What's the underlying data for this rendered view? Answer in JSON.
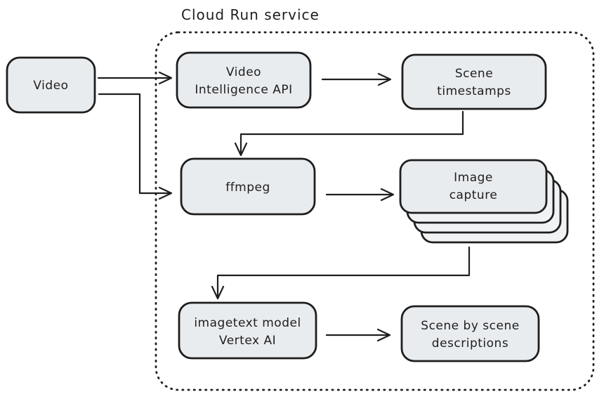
{
  "diagram": {
    "title": "Cloud Run service",
    "nodes": {
      "video": {
        "lines": [
          "Video"
        ]
      },
      "video_intelligence_api": {
        "lines": [
          "Video",
          "Intelligence API"
        ]
      },
      "scene_timestamps": {
        "lines": [
          "Scene",
          "timestamps"
        ]
      },
      "ffmpeg": {
        "lines": [
          "ffmpeg"
        ]
      },
      "image_capture": {
        "lines": [
          "Image",
          "capture"
        ],
        "stack_count": 4
      },
      "imagetext_model": {
        "lines": [
          "imagetext model",
          "Vertex AI"
        ]
      },
      "scene_descriptions": {
        "lines": [
          "Scene by scene",
          "descriptions"
        ]
      }
    },
    "edges": [
      {
        "from": "video",
        "to": "video_intelligence_api"
      },
      {
        "from": "video",
        "to": "ffmpeg"
      },
      {
        "from": "video_intelligence_api",
        "to": "scene_timestamps"
      },
      {
        "from": "scene_timestamps",
        "to": "ffmpeg"
      },
      {
        "from": "ffmpeg",
        "to": "image_capture"
      },
      {
        "from": "image_capture",
        "to": "imagetext_model"
      },
      {
        "from": "imagetext_model",
        "to": "scene_descriptions"
      }
    ]
  },
  "colors": {
    "node_fill": "#e9ecef",
    "node_fill_back": "#f0f2f4",
    "stroke": "#1e1e1e",
    "background": "#ffffff"
  }
}
